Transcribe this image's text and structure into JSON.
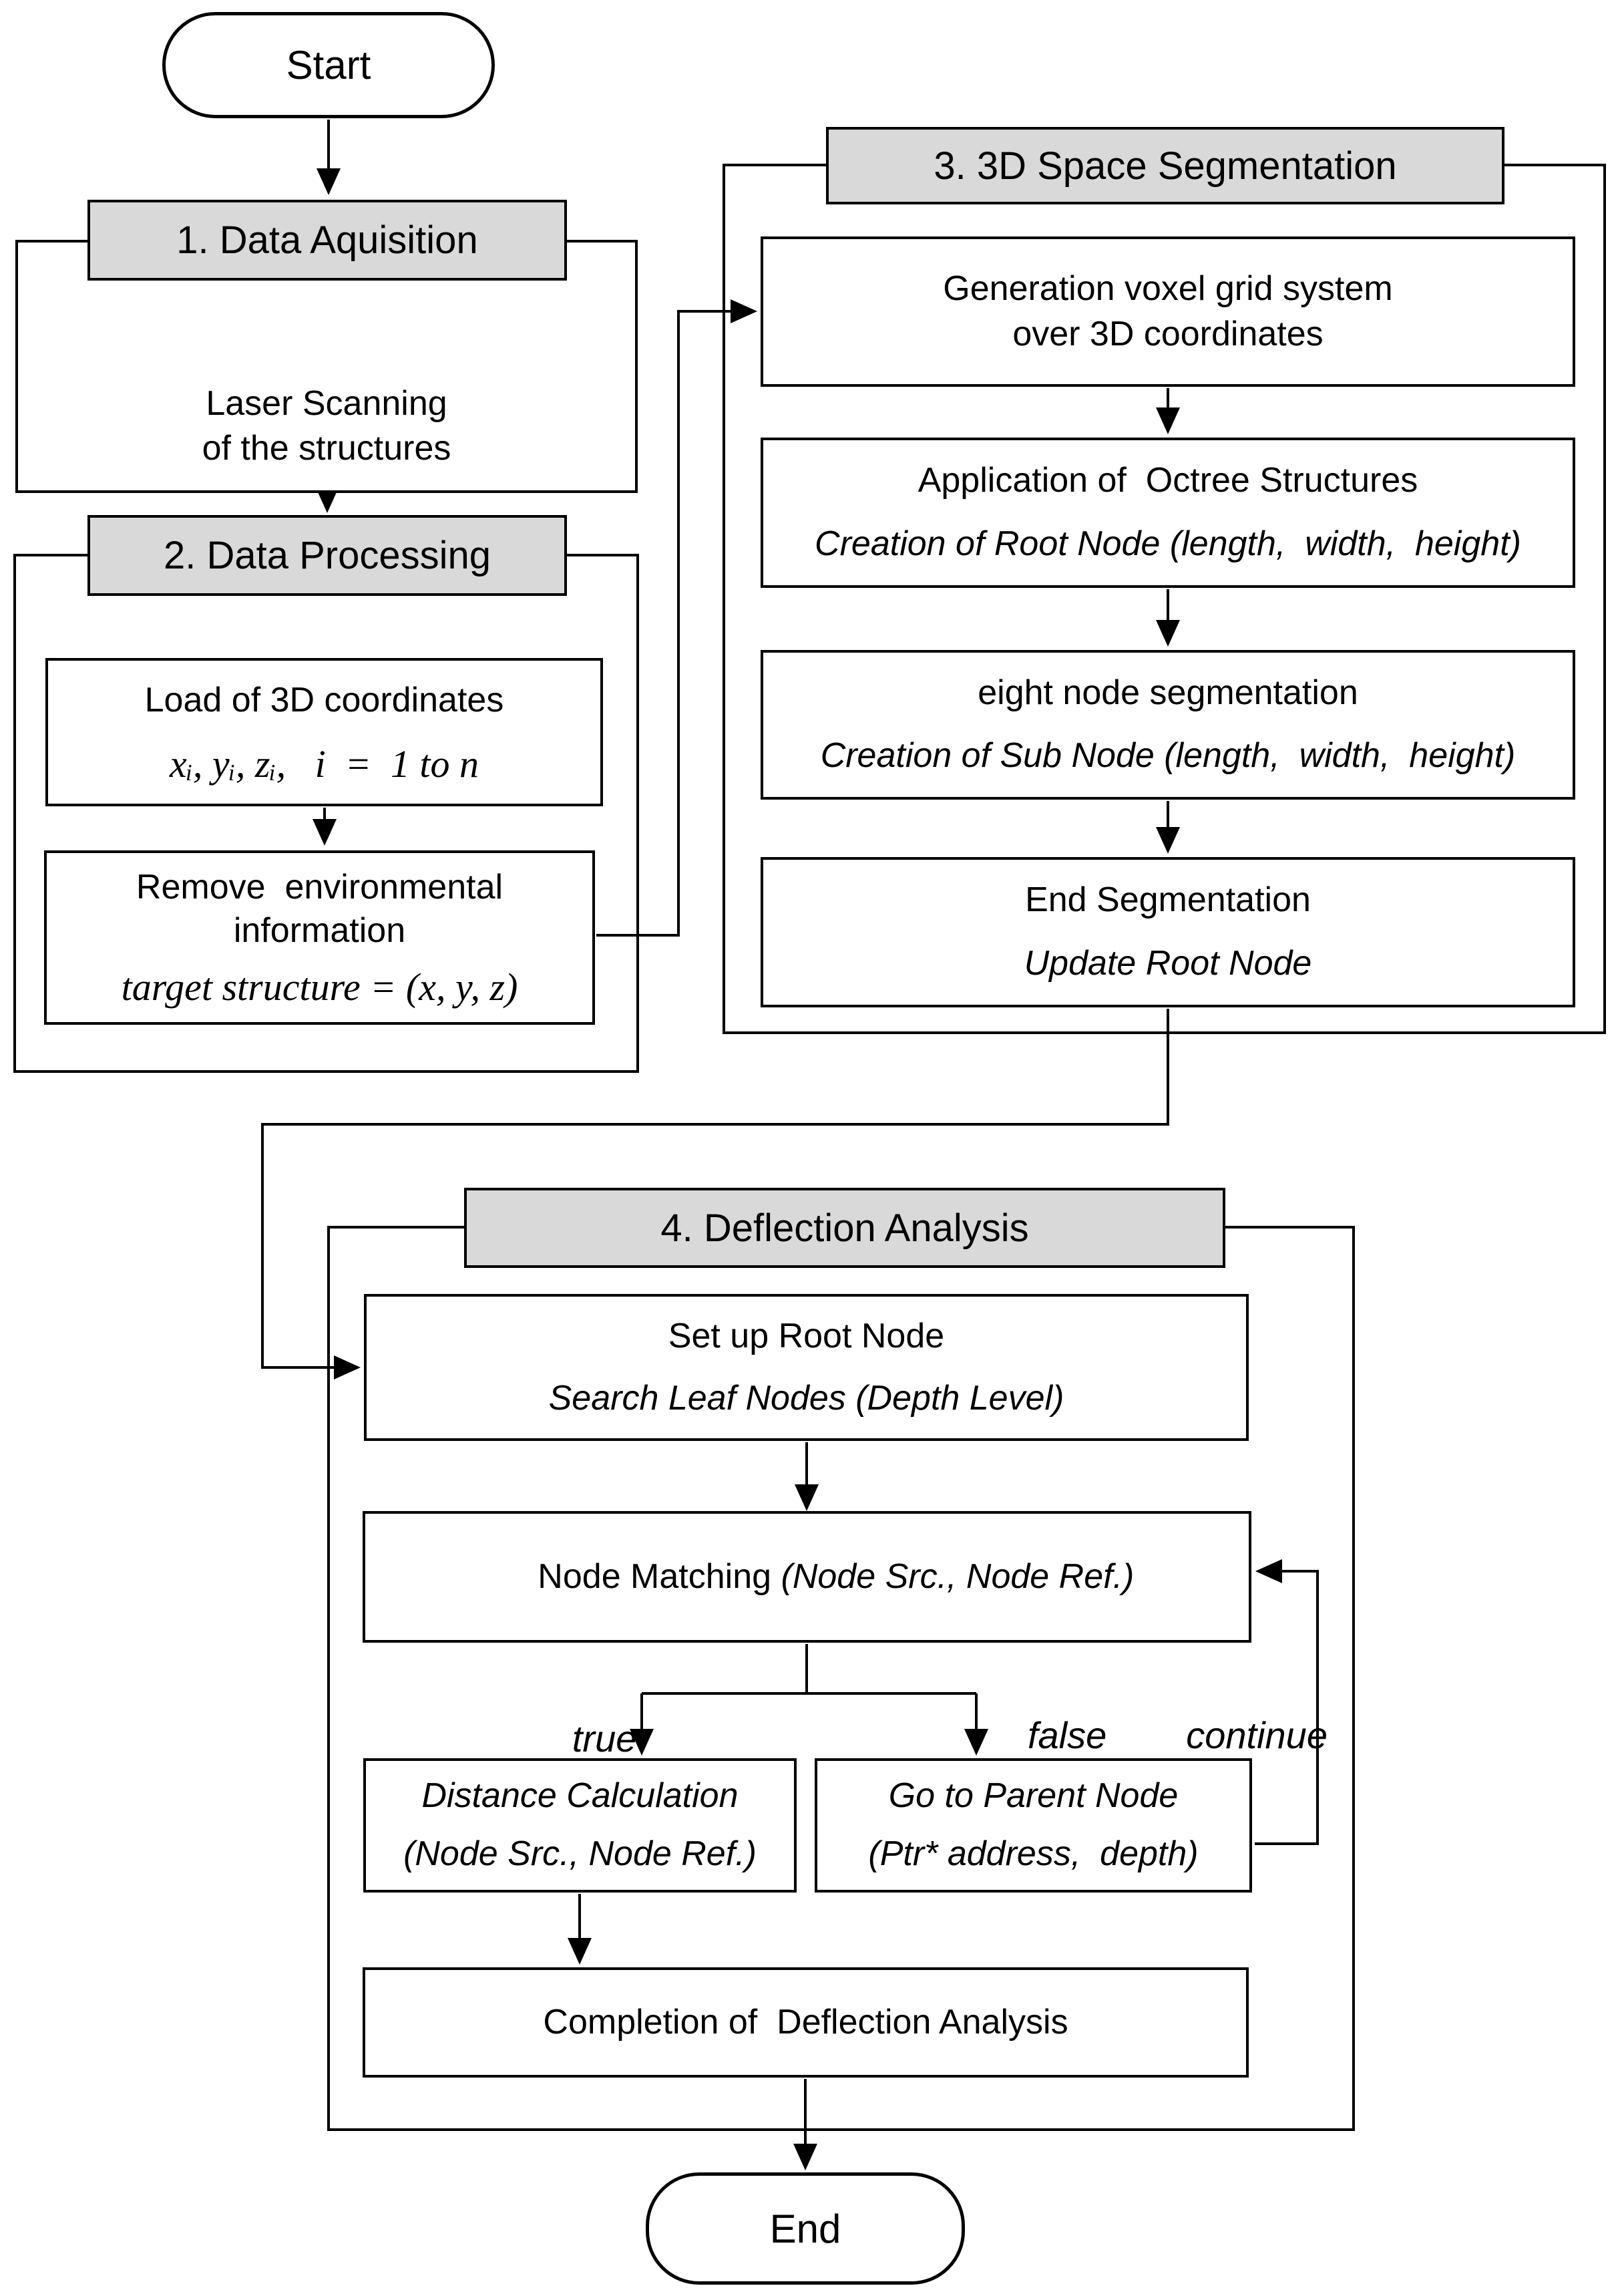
{
  "flowchart": {
    "start_label": "Start",
    "end_label": "End",
    "branch": {
      "true_label": "true",
      "false_label": "false",
      "continue_label": "continue"
    },
    "colors": {
      "header_fill": "#d9d9d9",
      "line_color": "#000000",
      "background": "#ffffff"
    },
    "sections": {
      "s1": {
        "header": "1. Data Aquisition",
        "body_line1": "Laser Scanning",
        "body_line2": "of the structures"
      },
      "s2": {
        "header": "2. Data Processing",
        "load_title": "Load of 3D coordinates",
        "load_math": "xᵢ, yᵢ, zᵢ,   i  =  1 to n",
        "remove_line1": "Remove  environmental",
        "remove_line2": "information",
        "remove_math": "target structure = (x, y, z)"
      },
      "s3": {
        "header": "3. 3D Space Segmentation",
        "voxel_line1": "Generation voxel grid system",
        "voxel_line2": "over 3D coordinates",
        "octree_title": "Application of  Octree Structures",
        "octree_sub": "Creation of Root Node (length,  width,  height)",
        "eight_title": "eight node segmentation",
        "eight_sub": "Creation of Sub Node (length,  width,  height)",
        "endseg_title": "End Segmentation",
        "endseg_sub": "Update Root Node"
      },
      "s4": {
        "header": "4. Deflection Analysis",
        "setup_title": "Set up Root Node",
        "setup_sub": "Search Leaf Nodes (Depth Level)",
        "matching_regular": "Node Matching ",
        "matching_italic": "(Node Src., Node Ref.)",
        "distance_line1": "Distance Calculation",
        "distance_line2": "(Node Src., Node Ref.)",
        "parent_line1": "Go to Parent Node",
        "parent_line2": "(Ptr* address,  depth)",
        "completion": "Completion of  Deflection Analysis"
      }
    }
  }
}
